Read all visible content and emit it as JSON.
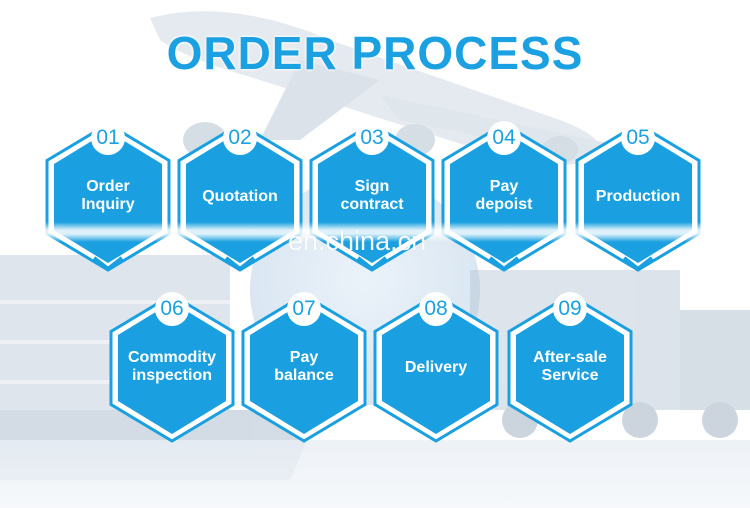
{
  "title": "ORDER PROCESS",
  "watermark": "en.china.cn",
  "colors": {
    "accent": "#1ba1e2",
    "fill": "#1aa0e0",
    "text": "#ffffff"
  },
  "row1": [
    {
      "number": "01",
      "line1": "Order",
      "line2": "Inquiry"
    },
    {
      "number": "02",
      "line1": "Quotation",
      "line2": ""
    },
    {
      "number": "03",
      "line1": "Sign",
      "line2": "contract"
    },
    {
      "number": "04",
      "line1": "Pay",
      "line2": "depoist"
    },
    {
      "number": "05",
      "line1": "Production",
      "line2": ""
    }
  ],
  "row2": [
    {
      "number": "06",
      "line1": "Commodity",
      "line2": "inspection"
    },
    {
      "number": "07",
      "line1": "Pay",
      "line2": "balance"
    },
    {
      "number": "08",
      "line1": "Delivery",
      "line2": ""
    },
    {
      "number": "09",
      "line1": "After-sale",
      "line2": "Service"
    }
  ]
}
